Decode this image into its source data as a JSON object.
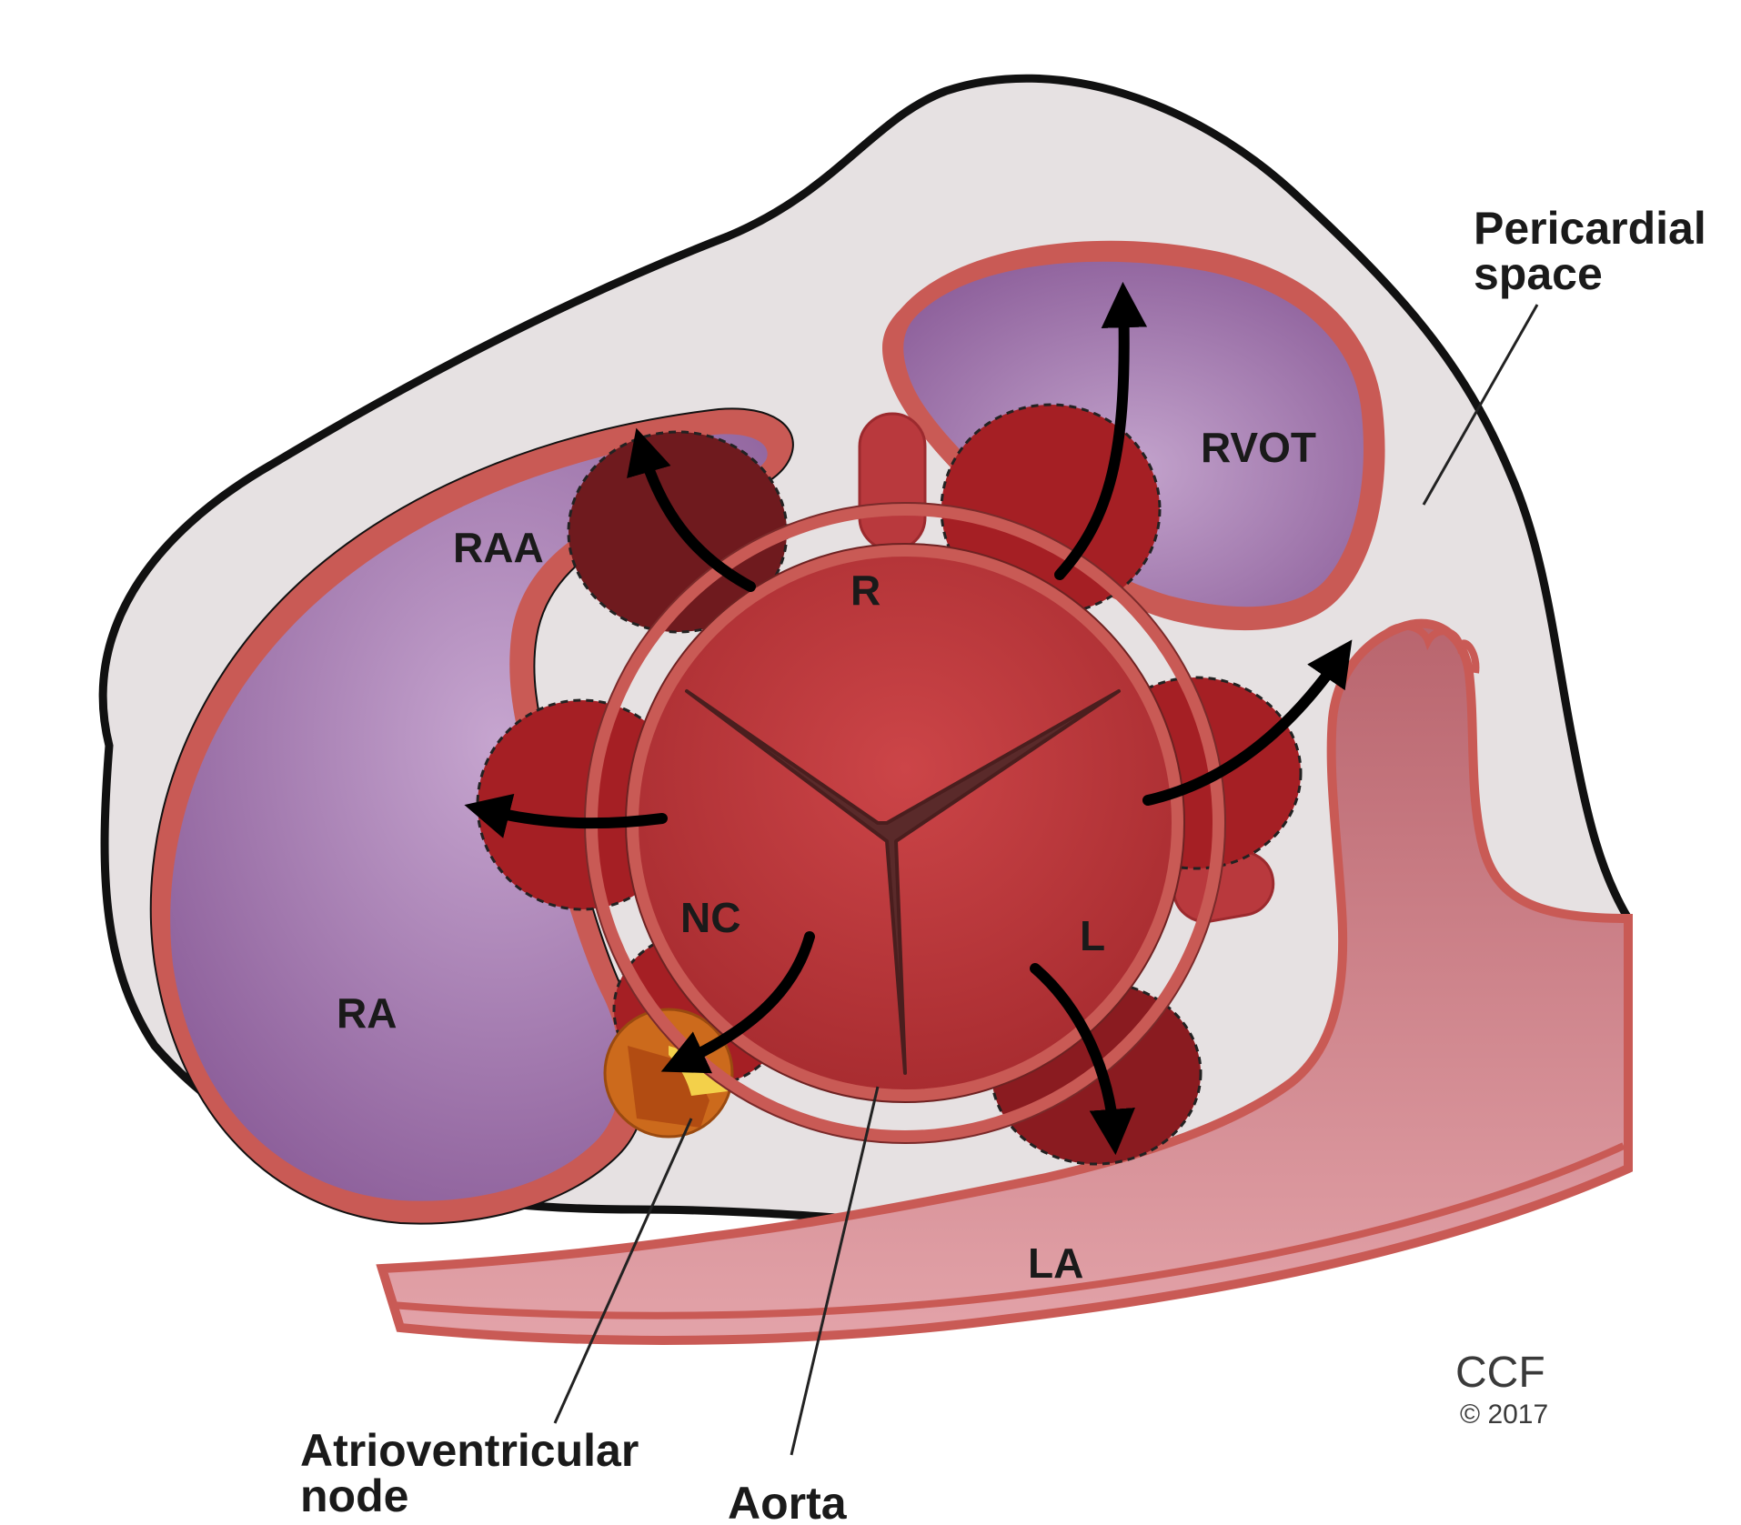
{
  "labels": {
    "raa": "RAA",
    "rvot": "RVOT",
    "ra": "RA",
    "la": "LA",
    "r": "R",
    "nc": "NC",
    "l": "L",
    "pericardial_line1": "Pericardial",
    "pericardial_line2": "space",
    "av_node_line1": "Atrioventricular",
    "av_node_line2": "node",
    "aorta": "Aorta"
  },
  "credit": {
    "org": "CCF",
    "year": "© 2017"
  },
  "colors": {
    "pericardium_fill": "#e6e1e2",
    "outline": "#111111",
    "chamber_wall": "#c95a55",
    "chamber_purple": "#a47bb0",
    "la_tissue": "#d48a91",
    "aorta_fill": "#bd3c40",
    "abscess_fill": "#a51f24",
    "av_node_yellow": "#f3d04a",
    "av_node_ring": "#cc6a1c"
  }
}
